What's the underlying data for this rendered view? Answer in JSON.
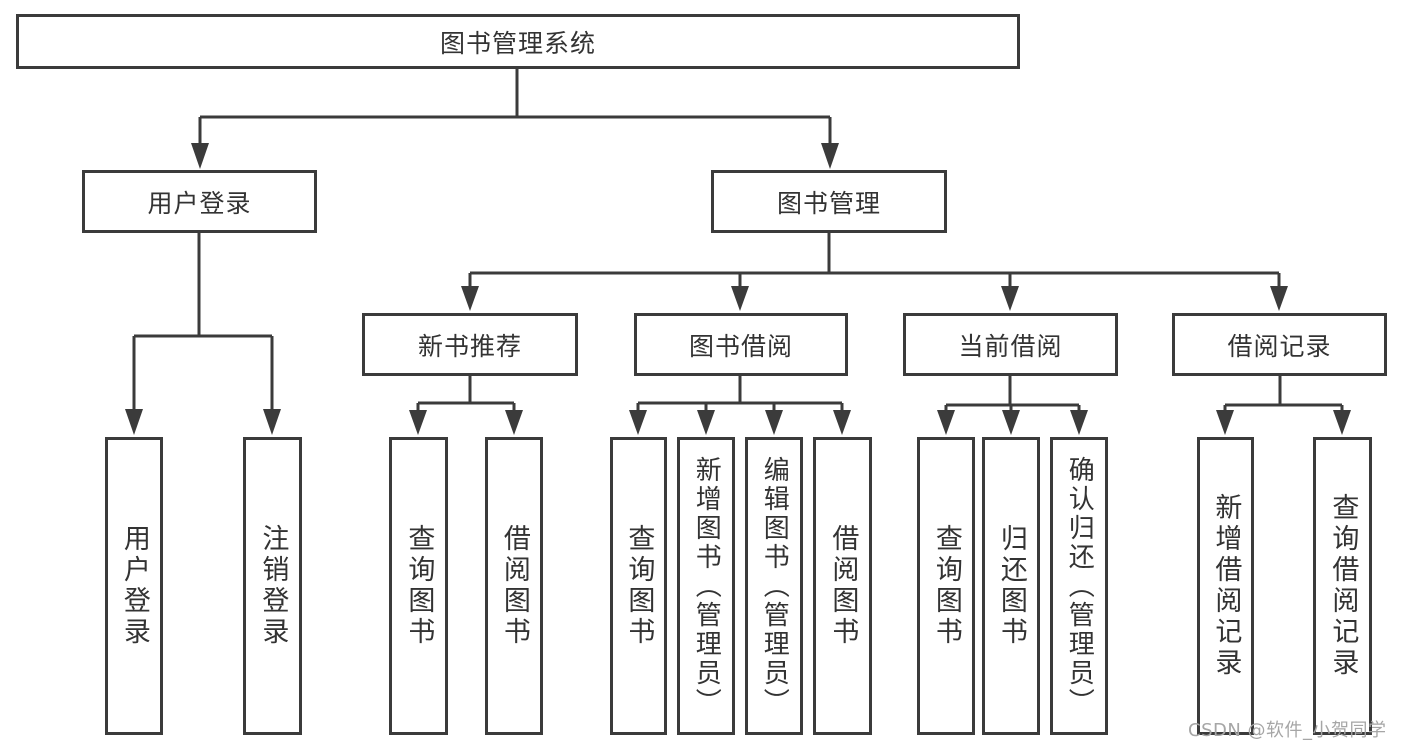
{
  "root": "图书管理系统",
  "level2": [
    "用户登录",
    "图书管理"
  ],
  "level3": [
    "新书推荐",
    "图书借阅",
    "当前借阅",
    "借阅记录"
  ],
  "leaves": {
    "user_login": [
      "用户登录",
      "注销登录"
    ],
    "new_book": [
      "查询图书",
      "借阅图书"
    ],
    "book_borrow": [
      "查询图书",
      "新增图书（管理员）",
      "编辑图书（管理员）",
      "借阅图书"
    ],
    "current_borrow": [
      "查询图书",
      "归还图书",
      "确认归还（管理员）"
    ],
    "borrow_records": [
      "新增借阅记录",
      "查询借阅记录"
    ]
  },
  "watermark": "CSDN @软件_小贺同学",
  "colors": {
    "line": "#3b3b3b",
    "text": "#333333",
    "watermark": "#a6a6a6",
    "background": "#ffffff"
  }
}
